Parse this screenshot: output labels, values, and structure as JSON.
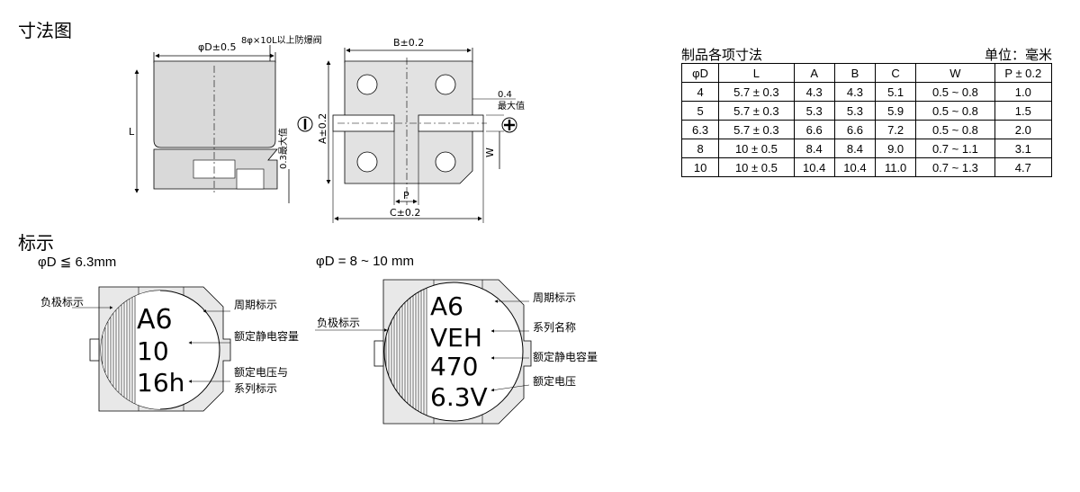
{
  "titles": {
    "dimension_drawing": "寸法图",
    "marking": "标示"
  },
  "drawing": {
    "dia_label": "φD±0.5",
    "vent_label": "8φ×10L以上防爆阀",
    "b_label": "B±0.2",
    "a_label": "A±0.2",
    "l_label": "L",
    "gap_label": "0.3最大值",
    "c_label": "C±0.2",
    "p_label": "P",
    "w_label": "W",
    "max_value_label": "0.4",
    "max_value_text": "最大值",
    "minus_symbol": "minus-circle-icon",
    "plus_symbol": "plus-circle-icon"
  },
  "table": {
    "title": "制品各项寸法",
    "unit": "单位：毫米",
    "headers": [
      "φD",
      "L",
      "A",
      "B",
      "C",
      "W",
      "P ± 0.2"
    ],
    "rows": [
      [
        "4",
        "5.7 ± 0.3",
        "4.3",
        "4.3",
        "5.1",
        "0.5 ~ 0.8",
        "1.0"
      ],
      [
        "5",
        "5.7 ± 0.3",
        "5.3",
        "5.3",
        "5.9",
        "0.5 ~ 0.8",
        "1.5"
      ],
      [
        "6.3",
        "5.7 ± 0.3",
        "6.6",
        "6.6",
        "7.2",
        "0.5 ~ 0.8",
        "2.0"
      ],
      [
        "8",
        "10 ± 0.5",
        "8.4",
        "8.4",
        "9.0",
        "0.7 ~ 1.1",
        "3.1"
      ],
      [
        "10",
        "10 ± 0.5",
        "10.4",
        "10.4",
        "11.0",
        "0.7 ~ 1.3",
        "4.7"
      ]
    ]
  },
  "marking_small": {
    "heading": "φD  ≦   6.3mm",
    "code": "A6",
    "voltage_code": "10",
    "series_code": "16h",
    "neg_label": "负极标示",
    "period_label": "周期标示",
    "cap_label": "额定静电容量",
    "volt_label_1": "额定电压与",
    "volt_label_2": "系列标示"
  },
  "marking_large": {
    "heading": "φD = 8 ~ 10 mm",
    "code": "A6",
    "series": "VEH",
    "capacitance": "470",
    "voltage": "6.3V",
    "neg_label": "负极标示",
    "period_label": "周期标示",
    "series_label": "系列名称",
    "cap_label": "额定静电容量",
    "volt_label": "额定电压"
  }
}
